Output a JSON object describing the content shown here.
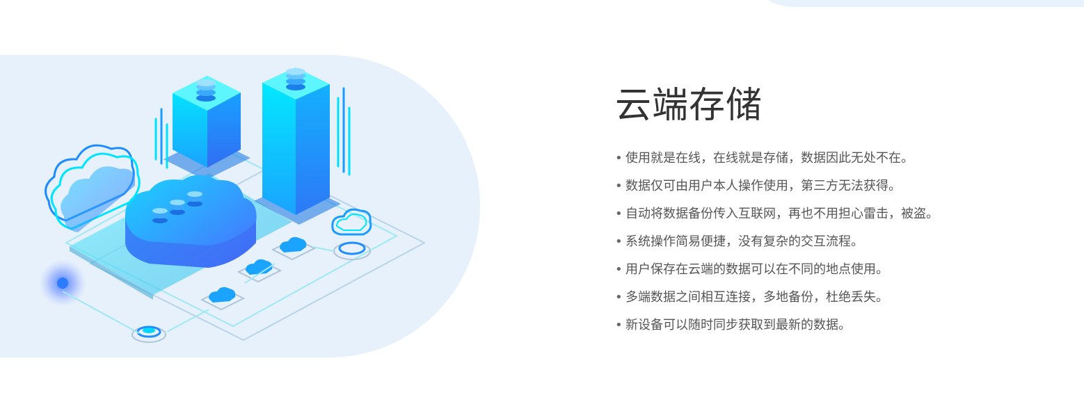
{
  "section": {
    "title": "云端存储",
    "features": [
      "使用就是在线，在线就是存储，数据因此无处不在。",
      "数据仅可由用户本人操作使用，第三方无法获得。",
      "自动将数据备份传入互联网，再也不用担心雷击，被盗。",
      "系统操作简易便捷，没有复杂的交互流程。",
      "用户保存在云端的数据可以在不同的地点使用。",
      "多端数据之间相互连接，多地备份，杜绝丢失。",
      "新设备可以随时同步获取到最新的数据。"
    ],
    "bullet": "•"
  },
  "colors": {
    "panel_background": "#e6f1fc",
    "accent_cyan": "#00e5ff",
    "accent_blue": "#1e90ff",
    "title_text": "#333333",
    "body_text": "#555555"
  },
  "illustration": {
    "icons": [
      "cloud-server-icon",
      "server-tower-icon",
      "database-icon",
      "cloud-icon",
      "signal-node-icon"
    ]
  }
}
